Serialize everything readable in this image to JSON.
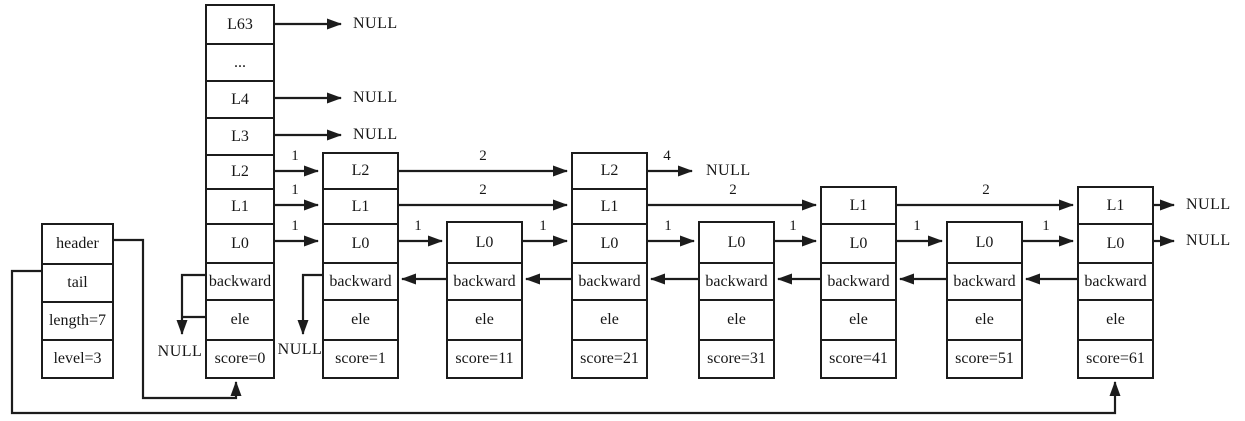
{
  "meta": {
    "cells": [
      "header",
      "tail",
      "length=7",
      "level=3"
    ]
  },
  "header_node": {
    "cells": [
      "L63",
      "...",
      "L4",
      "L3",
      "L2",
      "L1",
      "L0",
      "backward",
      "ele",
      "score=0"
    ]
  },
  "nodes": [
    {
      "cells": [
        "L2",
        "L1",
        "L0",
        "backward",
        "ele",
        "score=1"
      ]
    },
    {
      "cells": [
        "L0",
        "backward",
        "ele",
        "score=11"
      ]
    },
    {
      "cells": [
        "L2",
        "L1",
        "L0",
        "backward",
        "ele",
        "score=21"
      ]
    },
    {
      "cells": [
        "L0",
        "backward",
        "ele",
        "score=31"
      ]
    },
    {
      "cells": [
        "L1",
        "L0",
        "backward",
        "ele",
        "score=41"
      ]
    },
    {
      "cells": [
        "L0",
        "backward",
        "ele",
        "score=51"
      ]
    },
    {
      "cells": [
        "L1",
        "L0",
        "backward",
        "ele",
        "score=61"
      ]
    }
  ],
  "spans": {
    "l2": [
      "1",
      "2",
      "4"
    ],
    "l1": [
      "1",
      "2",
      "2",
      "2"
    ],
    "l0": [
      "1",
      "1",
      "1",
      "1",
      "1",
      "1",
      "1"
    ]
  },
  "null_label": "NULL",
  "line_color": "#1c1c1c"
}
